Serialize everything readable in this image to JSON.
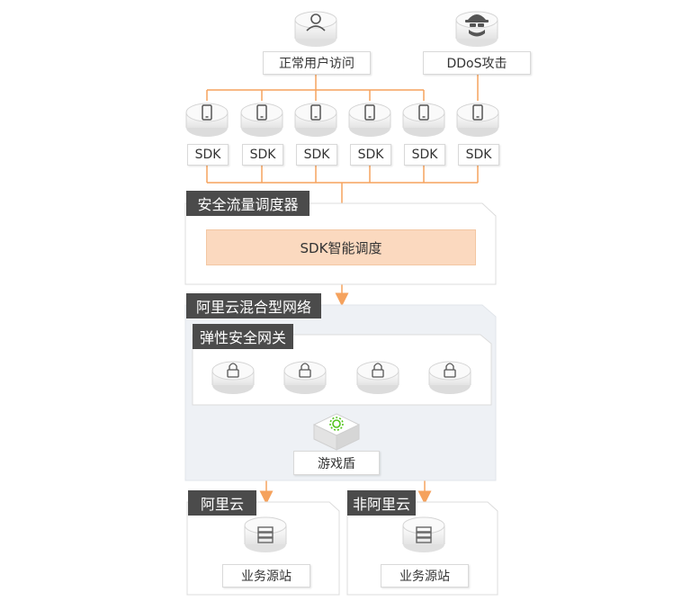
{
  "top": {
    "normal_user_label": "正常用户访问",
    "ddos_label": "DDoS攻击",
    "icons": {
      "normal_user": "user-icon",
      "ddos": "hacker-icon"
    }
  },
  "sdk_nodes": [
    {
      "label": "SDK",
      "icon": "phone-icon"
    },
    {
      "label": "SDK",
      "icon": "phone-icon"
    },
    {
      "label": "SDK",
      "icon": "phone-icon"
    },
    {
      "label": "SDK",
      "icon": "phone-icon"
    },
    {
      "label": "SDK",
      "icon": "phone-icon"
    },
    {
      "label": "SDK",
      "icon": "phone-icon"
    }
  ],
  "scheduler": {
    "tag": "安全流量调度器",
    "inner": "SDK智能调度"
  },
  "hybrid_network": {
    "tag": "阿里云混合型网络",
    "gateway": {
      "tag": "弹性安全网关",
      "nodes": [
        "lock-icon",
        "lock-icon",
        "lock-icon",
        "lock-icon"
      ]
    },
    "shield": {
      "label": "游戏盾",
      "icon": "shield-gear-icon"
    }
  },
  "destinations": [
    {
      "tag": "阿里云",
      "label": "业务源站",
      "icon": "server-icon"
    },
    {
      "tag": "非阿里云",
      "label": "业务源站",
      "icon": "server-icon"
    }
  ],
  "colors": {
    "accent_line": "#f5a25d",
    "tag_bg": "#4b4b4b",
    "strip_bg": "#fbd9bf",
    "panel_gray": "#eef1f5",
    "shield_green": "#52c41a"
  }
}
